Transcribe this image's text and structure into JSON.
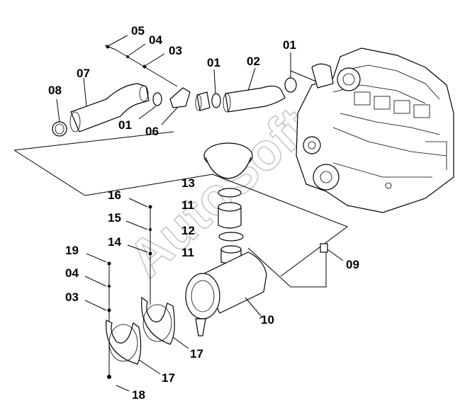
{
  "watermark": "AutoSoft",
  "callouts": [
    {
      "id": "l-05a",
      "text": "05"
    },
    {
      "id": "l-04a",
      "text": "04"
    },
    {
      "id": "l-03a",
      "text": "03"
    },
    {
      "id": "l-01a",
      "text": "01"
    },
    {
      "id": "l-02",
      "text": "02"
    },
    {
      "id": "l-01b",
      "text": "01"
    },
    {
      "id": "l-07",
      "text": "07"
    },
    {
      "id": "l-08",
      "text": "08"
    },
    {
      "id": "l-01c",
      "text": "01"
    },
    {
      "id": "l-06",
      "text": "06"
    },
    {
      "id": "l-13",
      "text": "13"
    },
    {
      "id": "l-16",
      "text": "16"
    },
    {
      "id": "l-11a",
      "text": "11"
    },
    {
      "id": "l-15",
      "text": "15"
    },
    {
      "id": "l-12",
      "text": "12"
    },
    {
      "id": "l-14",
      "text": "14"
    },
    {
      "id": "l-11b",
      "text": "11"
    },
    {
      "id": "l-19",
      "text": "19"
    },
    {
      "id": "l-09",
      "text": "09"
    },
    {
      "id": "l-04b",
      "text": "04"
    },
    {
      "id": "l-03b",
      "text": "03"
    },
    {
      "id": "l-10",
      "text": "10"
    },
    {
      "id": "l-17a",
      "text": "17"
    },
    {
      "id": "l-17b",
      "text": "17"
    },
    {
      "id": "l-18",
      "text": "18"
    }
  ]
}
